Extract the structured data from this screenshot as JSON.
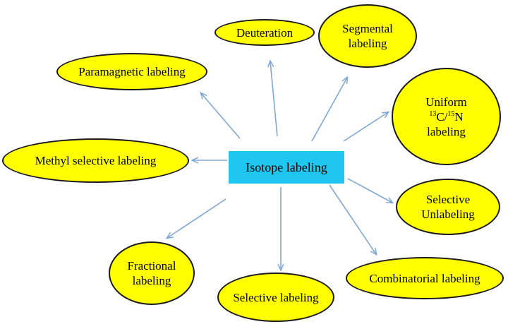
{
  "center": {
    "label": "Isotope labeling"
  },
  "nodes": {
    "deuteration": {
      "label": "Deuteration"
    },
    "segmental": {
      "line1": "Segmental",
      "line2": "labeling"
    },
    "paramagnetic": {
      "label": "Paramagnetic labeling"
    },
    "uniform": {
      "line1": "Uniform",
      "iso1": "13",
      "elem1": "C/",
      "iso2": "15",
      "elem2": "N",
      "line3": "labeling"
    },
    "methyl": {
      "label": "Methyl selective labeling"
    },
    "selective_unlabeling": {
      "line1": "Selective",
      "line2": "Unlabeling"
    },
    "fractional": {
      "line1": "Fractional",
      "line2": "labeling"
    },
    "selective": {
      "label": "Selective labeling"
    },
    "combinatorial": {
      "label": "Combinatorial labeling"
    }
  },
  "colors": {
    "node_fill": "#ffff00",
    "node_border": "#1a1a1a",
    "center_fill": "#1fc6f0",
    "arrow": "#7fa7d4"
  }
}
